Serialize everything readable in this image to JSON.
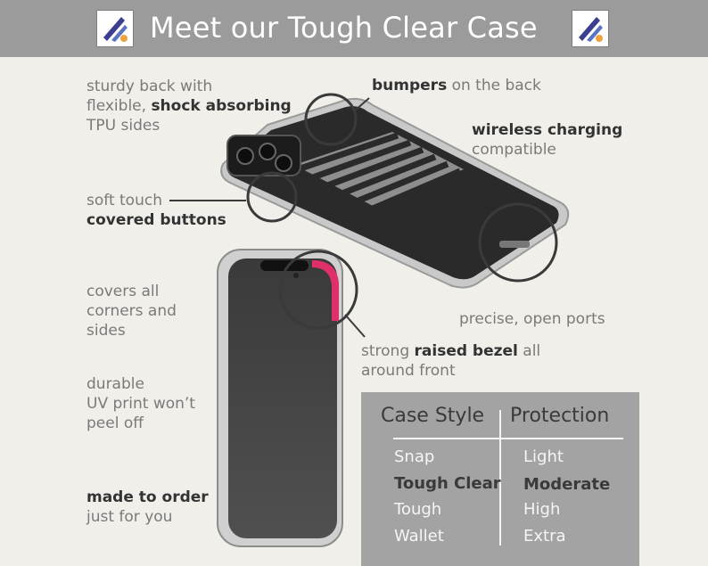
{
  "header": {
    "title": "Meet our Tough Clear Case",
    "logo_icon": "brand-logo-icon",
    "background": "#9b9b9b"
  },
  "callouts": {
    "sturdy_back": {
      "line1": "sturdy back with",
      "line2a": "flexible, ",
      "line2b": "shock absorbing",
      "line3": "TPU sides"
    },
    "bumpers": {
      "bold": "bumpers",
      "rest": " on the back"
    },
    "wireless": {
      "bold": "wireless charging",
      "rest": "compatible"
    },
    "soft_touch": {
      "line1": "soft touch",
      "bold": "covered buttons"
    },
    "corners": {
      "line1": "covers all",
      "line2": "corners and",
      "line3": "sides"
    },
    "ports": {
      "text": "precise, open ports"
    },
    "bezel": {
      "pre": "strong ",
      "bold": "raised bezel",
      "post": " all",
      "line2": "around front"
    },
    "uv": {
      "line1": "durable",
      "line2": "UV print won’t",
      "line3": "peel off"
    },
    "made": {
      "bold": "made to order",
      "rest": "just for you"
    }
  },
  "table": {
    "headers": [
      "Case Style",
      "Protection"
    ],
    "rows": [
      {
        "style": "Snap",
        "protection": "Light",
        "highlight": false
      },
      {
        "style": "Tough Clear",
        "protection": "Moderate",
        "highlight": true
      },
      {
        "style": "Tough",
        "protection": "High",
        "highlight": false
      },
      {
        "style": "Wallet",
        "protection": "Extra",
        "highlight": false
      }
    ]
  },
  "colors": {
    "background": "#f1efea",
    "accent_pink": "#e0306a",
    "panel": "#a3a3a3"
  }
}
